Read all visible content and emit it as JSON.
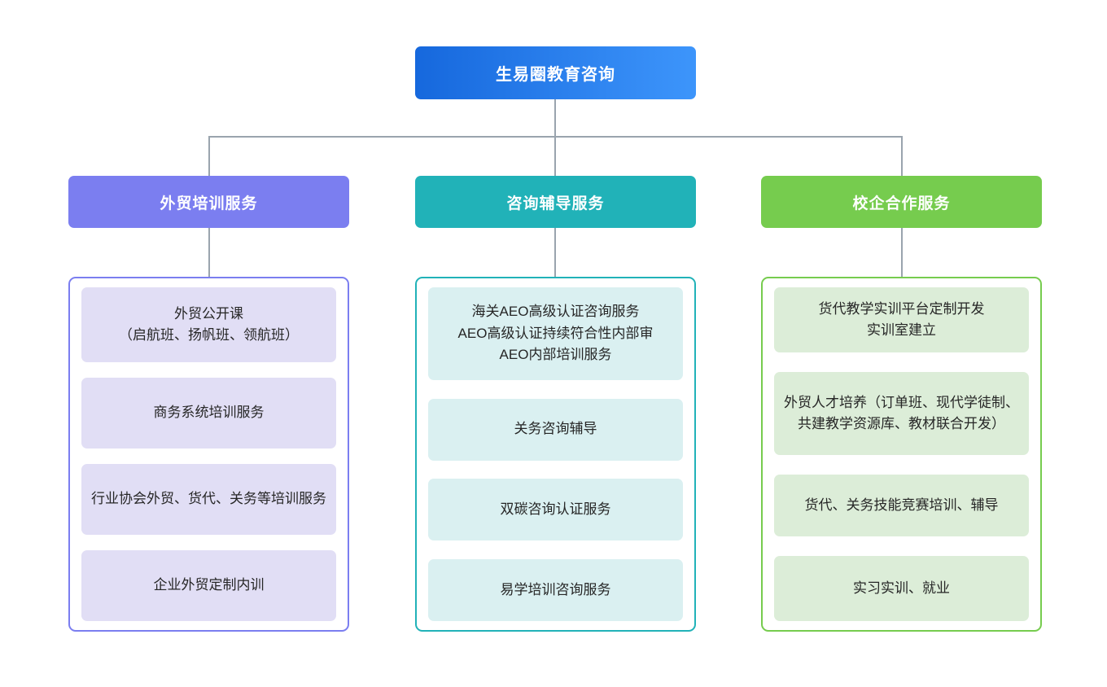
{
  "diagram": {
    "type": "organizational-tree",
    "root": {
      "label": "生易圈教育咨询",
      "color_start": "#1668dd",
      "color_end": "#3d95fb"
    },
    "connector_color": "#9aa4ae",
    "branches": [
      {
        "header": "外贸培训服务",
        "header_color": "#7b7ef0",
        "border_color": "#7b7ef0",
        "card_color": "#e1def5",
        "items": [
          "外贸公开课\n（启航班、扬帆班、领航班）",
          "商务系统培训服务",
          "行业协会外贸、货代、关务等培训服务",
          "企业外贸定制内训"
        ]
      },
      {
        "header": "咨询辅导服务",
        "header_color": "#21b2b8",
        "border_color": "#21b2b8",
        "card_color": "#daf0f1",
        "items": [
          "海关AEO高级认证咨询服务\nAEO高级认证持续符合性内部审\nAEO内部培训服务",
          "关务咨询辅导",
          "双碳咨询认证服务",
          "易学培训咨询服务"
        ]
      },
      {
        "header": "校企合作服务",
        "header_color": "#76cc4e",
        "border_color": "#76cc4e",
        "card_color": "#dcedd8",
        "items": [
          "货代教学实训平台定制开发\n实训室建立",
          "外贸人才培养（订单班、现代学徒制、共建教学资源库、教材联合开发）",
          "货代、关务技能竞赛培训、辅导",
          "实习实训、就业"
        ]
      }
    ]
  }
}
